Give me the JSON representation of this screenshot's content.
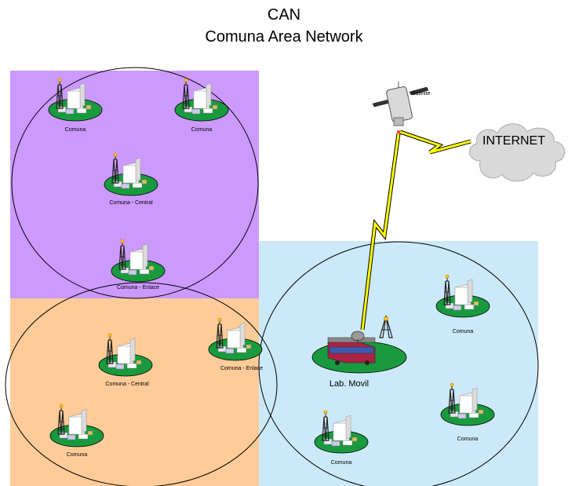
{
  "title": "CAN",
  "subtitle": "Comuna Area Network",
  "colors": {
    "purple_zone": "#cc99ff",
    "orange_zone": "#ffcc99",
    "blue_zone": "#cce9fa",
    "node_base": "#1a9a3e",
    "lightning": "#ffff00",
    "cloud": "#d9d9d9"
  },
  "labels": {
    "satellite": "Satelite",
    "internet": "INTERNET",
    "mobile_lab": "Lab. Movil"
  },
  "nodes": [
    {
      "id": "p1",
      "label": "Comuna"
    },
    {
      "id": "p2",
      "label": "Comuna"
    },
    {
      "id": "p3",
      "label": "Comuna - Central"
    },
    {
      "id": "p4",
      "label": "Comuna - Enlace"
    },
    {
      "id": "o1",
      "label": "Comuna - Central"
    },
    {
      "id": "o2",
      "label": "Comuna - Enlace"
    },
    {
      "id": "o3",
      "label": "Comuna"
    },
    {
      "id": "b1",
      "label": "Comuna"
    },
    {
      "id": "b2",
      "label": "Comuna"
    },
    {
      "id": "b3",
      "label": "Comuna"
    }
  ],
  "icons": {
    "satellite": "satellite-icon",
    "cloud": "cloud-icon",
    "mobile_lab": "mobile-lab-icon",
    "node": "comuna-node-icon"
  }
}
